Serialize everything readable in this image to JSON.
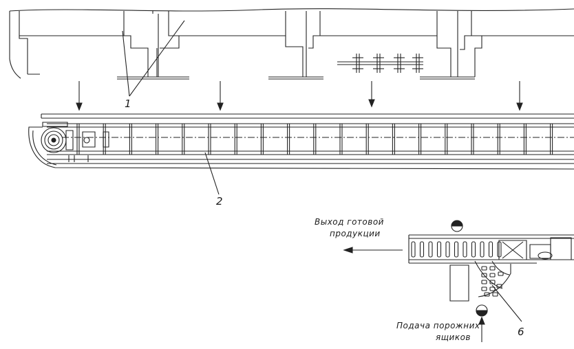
{
  "labels": {
    "callout_1": "1",
    "callout_2": "2",
    "callout_6": "6",
    "exit_line1": "Выход готовой",
    "exit_line2": "продукции",
    "feed_line1": "Подача порожних",
    "feed_line2": "ящиков"
  },
  "colors": {
    "ink": "#222222",
    "paper": "#ffffff"
  }
}
